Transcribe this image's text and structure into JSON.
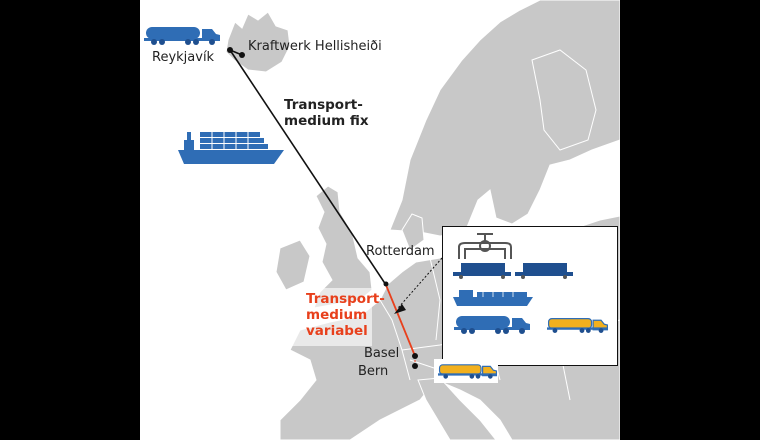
{
  "labels": {
    "reykjavik": "Reykjavík",
    "plant": "Kraftwerk Hellisheiði",
    "fixed_route": "Transport-\nmedium fix",
    "rotterdam": "Rotterdam",
    "variable_route": "Transport-\nmedium\nvariabel",
    "basel": "Basel",
    "bern": "Bern"
  },
  "colors": {
    "land": "#c8c8c8",
    "border": "#ffffff",
    "sea": "#ffffff",
    "fixed_route": "#111111",
    "variable_route": "#e8401c",
    "blue_vehicle": "#2f6db5",
    "dark_blue_vehicle": "#1f4f8f",
    "yellow_vehicle": "#f2b01e"
  },
  "icons": [
    "tanker-truck-icon-blue",
    "container-ship-icon",
    "pipeline-valve-icon",
    "freight-train-icon",
    "barge-icon",
    "tanker-truck-icon-yellow"
  ]
}
